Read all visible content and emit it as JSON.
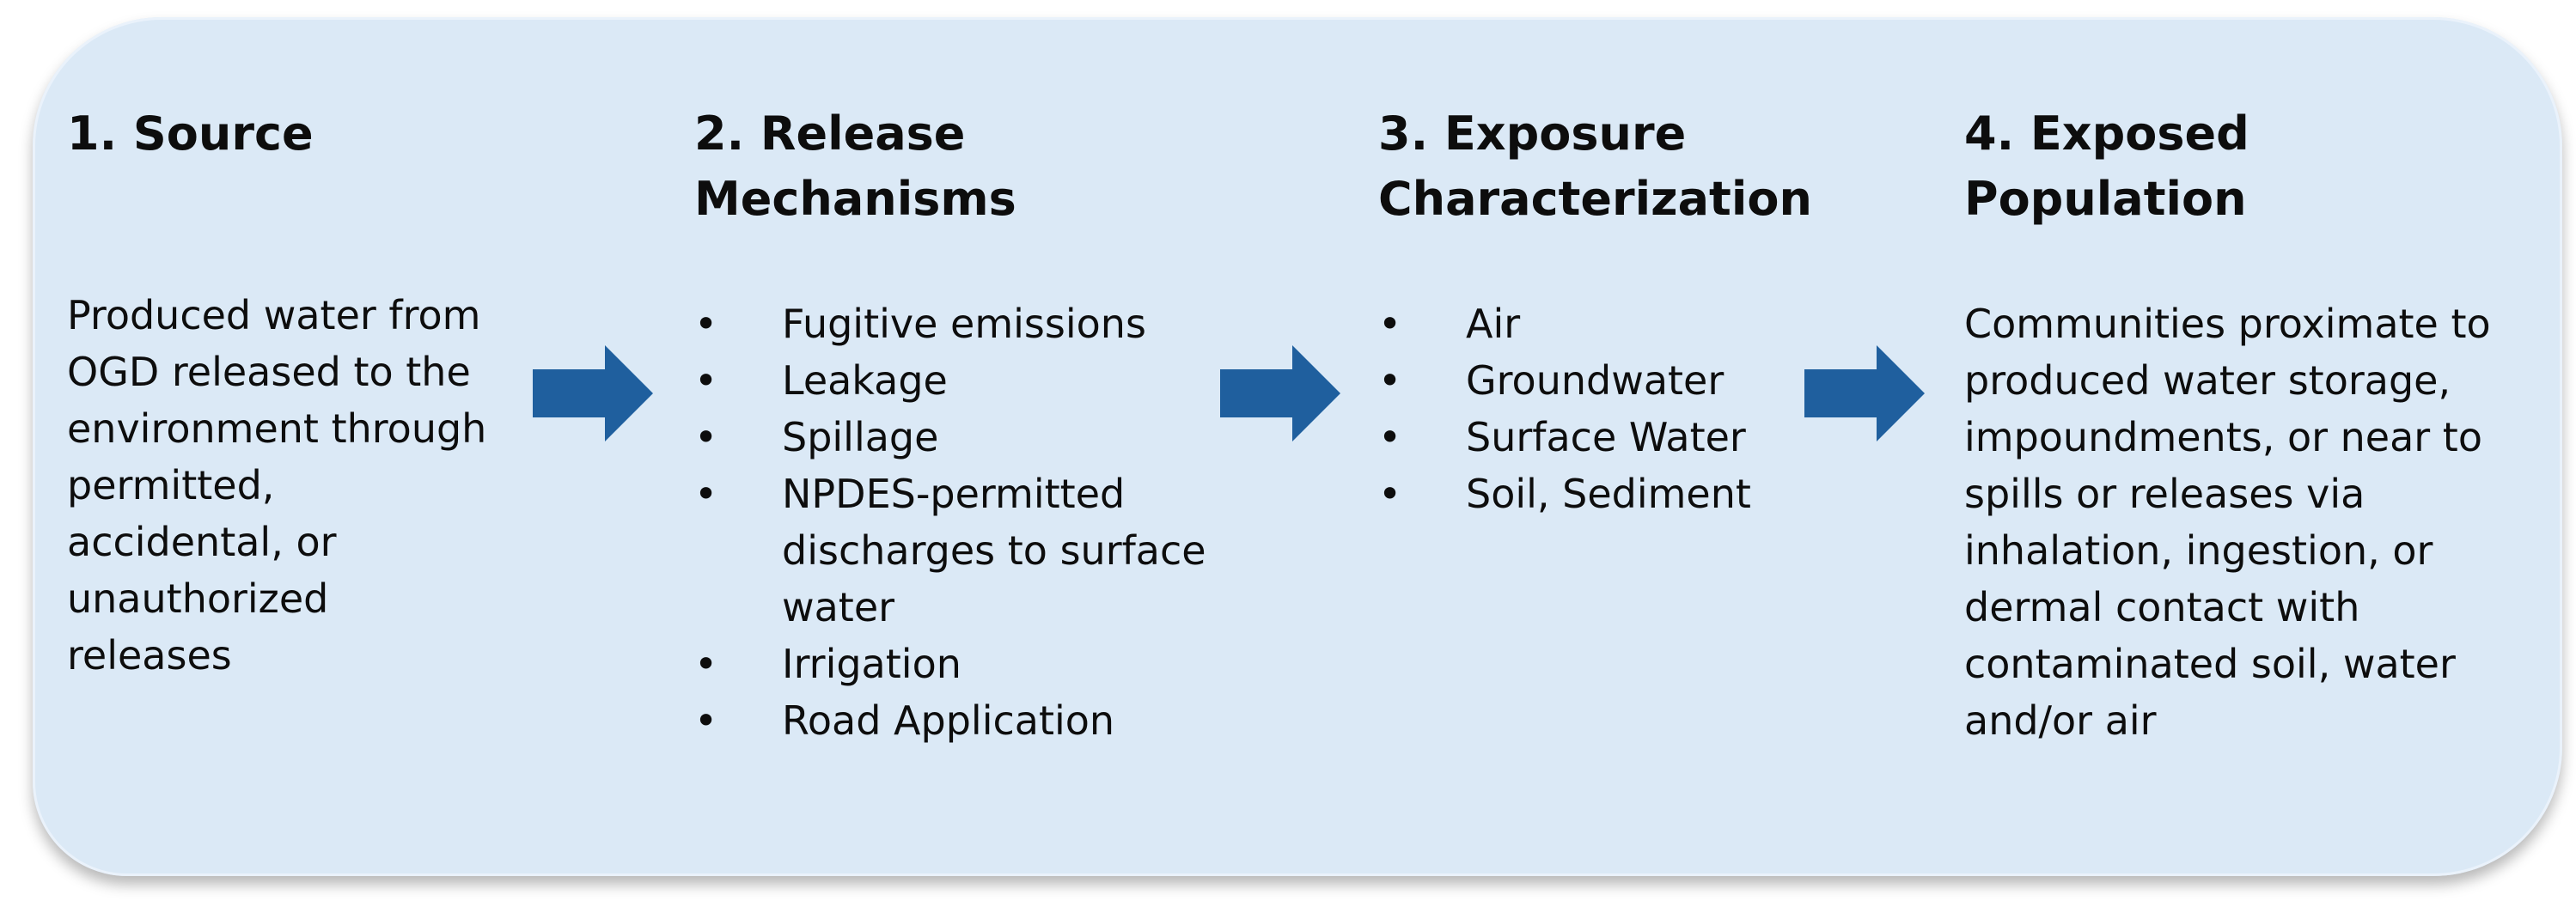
{
  "stages": [
    {
      "title_line1": "1. Source",
      "title_line2": "",
      "description_lines": [
        "Produced water from",
        "OGD released to the",
        "environment through",
        "permitted,",
        "accidental, or",
        "unauthorized",
        "releases"
      ]
    },
    {
      "title_line1": "2. Release",
      "title_line2": "Mechanisms",
      "bullet_symbol": "•",
      "items": [
        "Fugitive emissions",
        "Leakage",
        "Spillage",
        "NPDES-permitted discharges to surface water",
        "Irrigation",
        "Road Application"
      ]
    },
    {
      "title_line1": "3. Exposure",
      "title_line2": "Characterization",
      "bullet_symbol": "•",
      "items": [
        "Air",
        "Groundwater",
        "Surface Water",
        "Soil, Sediment"
      ]
    },
    {
      "title_line1": "4. Exposed",
      "title_line2": "Population",
      "description_lines": [
        "Communities proximate to",
        "produced water storage,",
        "impoundments, or near to",
        "spills or releases via",
        "inhalation, ingestion, or",
        "dermal contact with",
        "contaminated soil, water",
        "and/or air"
      ]
    }
  ],
  "colors": {
    "panel_fill": "#dbe9f6",
    "arrow_fill": "#1f5f9e",
    "text": "#0d0d0d"
  }
}
